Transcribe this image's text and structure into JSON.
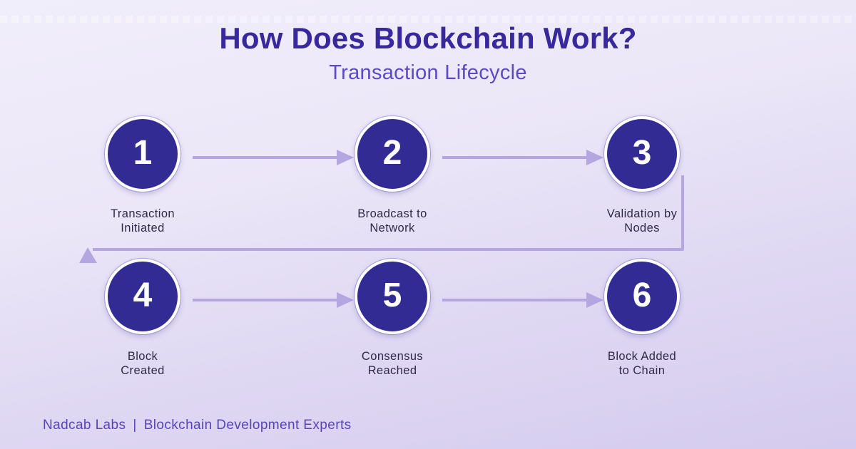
{
  "title": "How Does Blockchain Work?",
  "subtitle": "Transaction Lifecycle",
  "steps": [
    {
      "number": "1",
      "line1": "Transaction",
      "line2": "Initiated"
    },
    {
      "number": "2",
      "line1": "Broadcast to",
      "line2": "Network"
    },
    {
      "number": "3",
      "line1": "Validation by",
      "line2": "Nodes"
    },
    {
      "number": "4",
      "line1": "Block",
      "line2": "Created"
    },
    {
      "number": "5",
      "line1": "Consensus",
      "line2": "Reached"
    },
    {
      "number": "6",
      "line1": "Block Added",
      "line2": "to Chain"
    }
  ],
  "footer": {
    "brand": "Nadcab Labs",
    "separator": "|",
    "tagline": "Blockchain Development Experts"
  },
  "colors": {
    "title": "#37289b",
    "subtitle": "#5c49c6",
    "circle_fill": "#322b94",
    "circle_border": "#ffffff",
    "number_text": "#ffffff",
    "label_text": "#2f2a47",
    "arrow": "#b3a6e1",
    "footer_text": "#5745b5",
    "background_top": "#f1eefb",
    "background_bottom": "#d4cbee"
  }
}
